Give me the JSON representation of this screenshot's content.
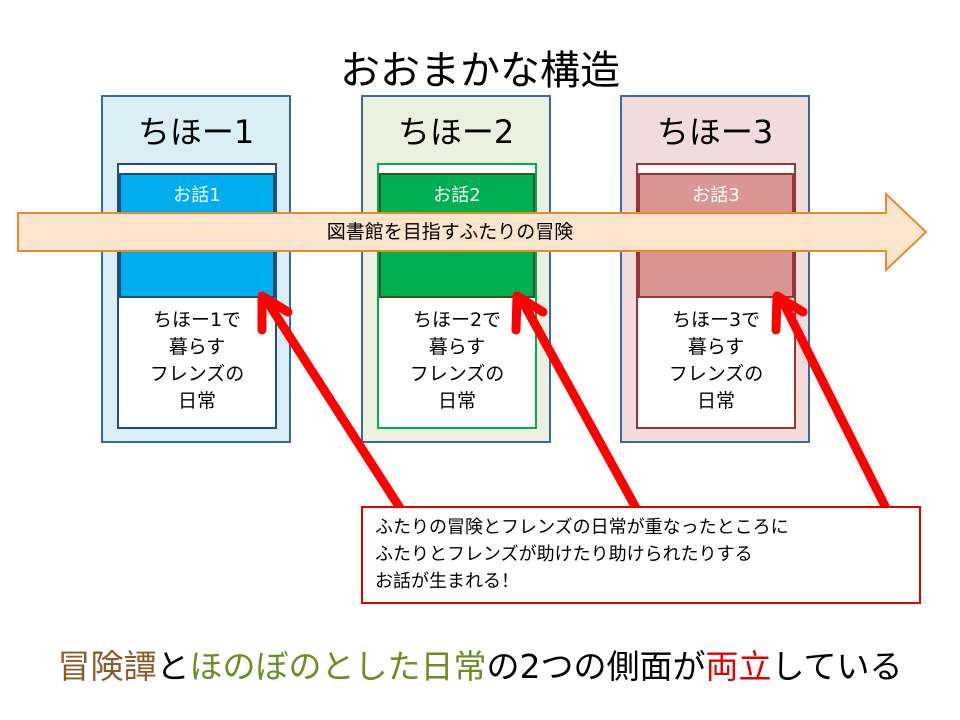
{
  "title": "おおまかな構造",
  "colors": {
    "panel_border": "#3a6a9a",
    "arrow_fill": "#fde4cc",
    "arrow_stroke": "#e58a2e",
    "pointer": "#ff0000",
    "accent_brown": "#8b5a2b",
    "accent_green": "#6b8e23",
    "accent_red": "#e00000"
  },
  "panels": [
    {
      "title": "ちほー1",
      "card_label": "お話1",
      "body_lines": [
        "ちほー1で",
        "暮らす",
        "フレンズの",
        "日常"
      ],
      "panel_bg": "#daeef6",
      "head_bg": "#00aeef",
      "head_border": "#1f4e79",
      "card_border": "#1f4e79"
    },
    {
      "title": "ちほー2",
      "card_label": "お話2",
      "body_lines": [
        "ちほー2で",
        "暮らす",
        "フレンズの",
        "日常"
      ],
      "panel_bg": "#ebf1de",
      "head_bg": "#00b050",
      "head_border": "#375623",
      "card_border": "#00b050"
    },
    {
      "title": "ちほー3",
      "card_label": "お話3",
      "body_lines": [
        "ちほー3で",
        "暮らす",
        "フレンズの",
        "日常"
      ],
      "panel_bg": "#f2dcdb",
      "head_bg": "#da9694",
      "head_border": "#943634",
      "card_border": "#943634"
    }
  ],
  "arrow_label": "図書館を目指すふたりの冒険",
  "callout_lines": [
    "ふたりの冒険とフレンズの日常が重なったところに",
    "ふたりとフレンズが助けたり助けられたりする",
    "お話が生まれる！"
  ],
  "summary": {
    "part1": "冒険譚",
    "part2": "と",
    "part3": "ほのぼのとした日常",
    "part4": "の2つの側面が",
    "part5": "両立",
    "part6": "している"
  }
}
